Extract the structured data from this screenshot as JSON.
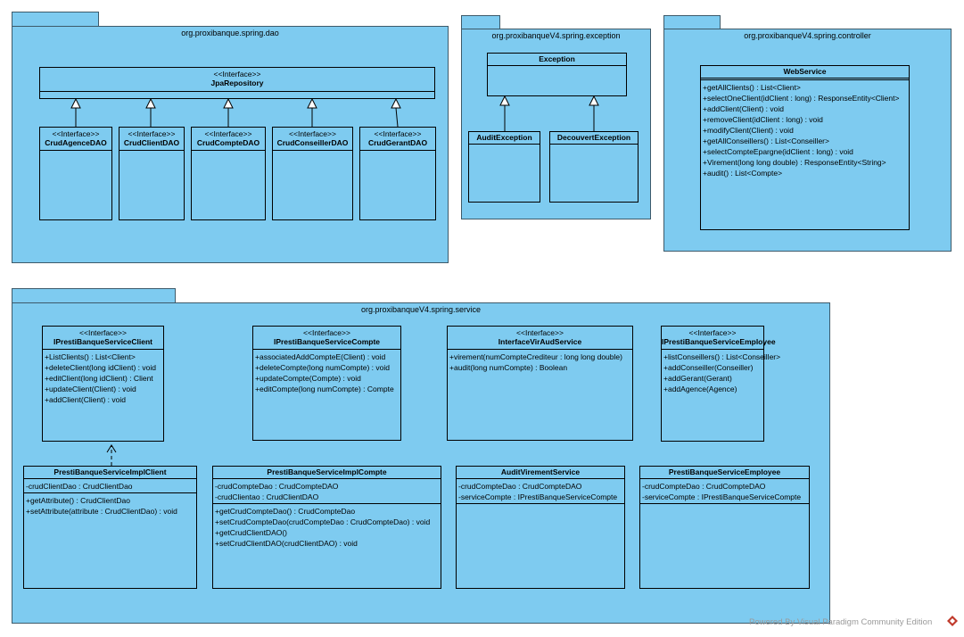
{
  "packages": {
    "dao": {
      "name": "org.proxibanque.spring.dao"
    },
    "exception": {
      "name": "org.proxibanqueV4.spring.exception"
    },
    "controller": {
      "name": "org.proxibanqueV4.spring.controller"
    },
    "service": {
      "name": "org.proxibanqueV4.spring.service"
    }
  },
  "dao": {
    "jpa": {
      "stereotype": "<<Interface>>",
      "name": "JpaRepository"
    },
    "crud": [
      {
        "stereotype": "<<Interface>>",
        "name": "CrudAgenceDAO"
      },
      {
        "stereotype": "<<Interface>>",
        "name": "CrudClientDAO"
      },
      {
        "stereotype": "<<Interface>>",
        "name": "CrudCompteDAO"
      },
      {
        "stereotype": "<<Interface>>",
        "name": "CrudConseillerDAO"
      },
      {
        "stereotype": "<<Interface>>",
        "name": "CrudGerantDAO"
      }
    ]
  },
  "exception": {
    "base": {
      "name": "Exception"
    },
    "audit": {
      "name": "AuditException"
    },
    "decouvert": {
      "name": "DecouvertException"
    }
  },
  "controller": {
    "webservice": {
      "name": "WebService",
      "ops": [
        "+getAllClients() : List<Client>",
        "+selectOneClient(idClient : long) : ResponseEntity<Client>",
        "+addClient(Client) : void",
        "+removeClient(idClient : long) : void",
        "+modifyClient(Client) : void",
        "+getAllConseillers() : List<Conseiller>",
        "+selectCompteEpargne(idClient : long) : void",
        "+Virement(long long double) : ResponseEntity<String>",
        "+audit() : List<Compte>"
      ]
    }
  },
  "service": {
    "iclient": {
      "stereotype": "<<Interface>>",
      "name": "IPrestiBanqueServiceClient",
      "ops": [
        "+ListClients() : List<Client>",
        "+deleteClient(long idClient) : void",
        "+editClient(long idClient) : Client",
        "+updateClient(Client) : void",
        "+addClient(Client) : void"
      ]
    },
    "icompte": {
      "stereotype": "<<Interface>>",
      "name": "IPrestiBanqueServiceCompte",
      "ops": [
        "+associatedAddCompteE(Client) : void",
        "+deleteCompte(long numCompte) : void",
        "+updateCompte(Compte) : void",
        "+editCompte(long numCompte) : Compte"
      ]
    },
    "ivir": {
      "stereotype": "<<Interface>>",
      "name": "InterfaceVirAudService",
      "ops": [
        "+virement(numCompteCrediteur : long long double)",
        "+audit(long numCompte) : Boolean"
      ]
    },
    "iemployee": {
      "stereotype": "<<Interface>>",
      "name": "IPrestiBanqueServiceEmployee",
      "ops": [
        "+listConseillers() : List<Conseiller>",
        "+addConseiller(Conseiller)",
        "+addGerant(Gerant)",
        "+addAgence(Agence)"
      ]
    },
    "implclient": {
      "name": "PrestiBanqueServiceImplClient",
      "attrs": [
        "-crudClientDao : CrudClientDao"
      ],
      "ops": [
        "+getAttribute() : CrudClientDao",
        "+setAttribute(attribute : CrudClientDao) : void"
      ]
    },
    "implcompte": {
      "name": "PrestiBanqueServiceImplCompte",
      "attrs": [
        "-crudCompteDao : CrudCompteDAO",
        "-crudClientao : CrudClientDAO"
      ],
      "ops": [
        "+getCrudCompteDao() : CrudCompteDao",
        "+setCrudCompteDao(crudCompteDao : CrudCompteDao) : void",
        "+getCrudClientDAO()",
        "+setCrudClientDAO(crudClientDAO) : void"
      ]
    },
    "auditvir": {
      "name": "AuditVirementService",
      "attrs": [
        "-crudCompteDao : CrudCompteDAO",
        "-serviceCompte : IPrestiBanqueServiceCompte"
      ]
    },
    "employee": {
      "name": "PrestiBanqueServiceEmployee",
      "attrs": [
        "-crudCompteDao : CrudCompteDAO",
        "-serviceCompte : IPrestiBanqueServiceCompte"
      ]
    }
  },
  "footer": {
    "text": "Powered By  Visual Paradigm Community Edition"
  }
}
